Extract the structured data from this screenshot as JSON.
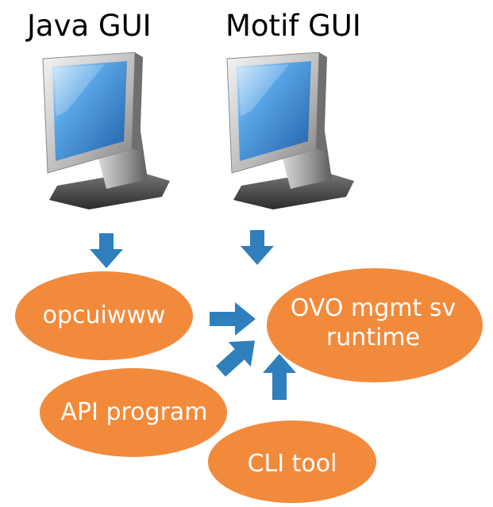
{
  "labels": {
    "java_gui": "Java GUI",
    "motif_gui": "Motif GUI"
  },
  "nodes": {
    "opcuiwww": "opcuiwww",
    "ovo_line1": "OVO mgmt sv",
    "ovo_line2": "runtime",
    "api_program": "API program",
    "cli_tool": "CLI tool"
  },
  "colors": {
    "node_fill": "#f28a3c",
    "arrow_fill": "#2f7fbd",
    "label_text": "#000000",
    "node_text": "#ffffff"
  },
  "icons": [
    "monitor-icon",
    "monitor-icon",
    "arrow-down-icon",
    "arrow-down-icon",
    "arrow-right-icon",
    "arrow-diagonal-icon",
    "arrow-up-icon"
  ]
}
